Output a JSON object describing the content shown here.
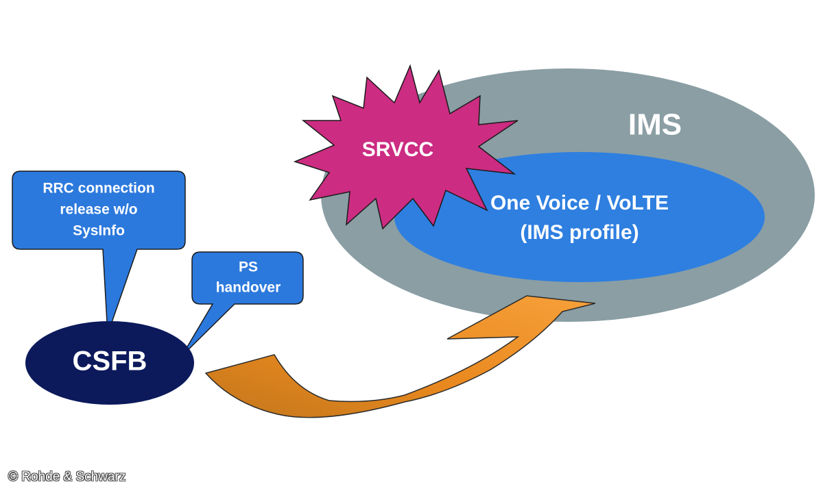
{
  "diagram": {
    "ims": {
      "label": "IMS"
    },
    "volte": {
      "line1": "One Voice / VoLTE",
      "line2": "(IMS profile)"
    },
    "srvcc": {
      "label": "SRVCC"
    },
    "csfb": {
      "label": "CSFB"
    },
    "callout_rrc": {
      "line1": "RRC connection",
      "line2": "release w/o",
      "line3": "SysInfo"
    },
    "callout_ps": {
      "line1": "PS",
      "line2": "handover"
    }
  },
  "credit": "© Rohde & Schwarz",
  "colors": {
    "ims_gray": "#8a9ea4",
    "volte_blue": "#2e7fe0",
    "srvcc_magenta": "#cc2c82",
    "csfb_navy": "#0c1a5c",
    "callout_blue": "#2c79dd",
    "arrow_orange": "#f39022",
    "arrow_dark": "#c7741a"
  }
}
